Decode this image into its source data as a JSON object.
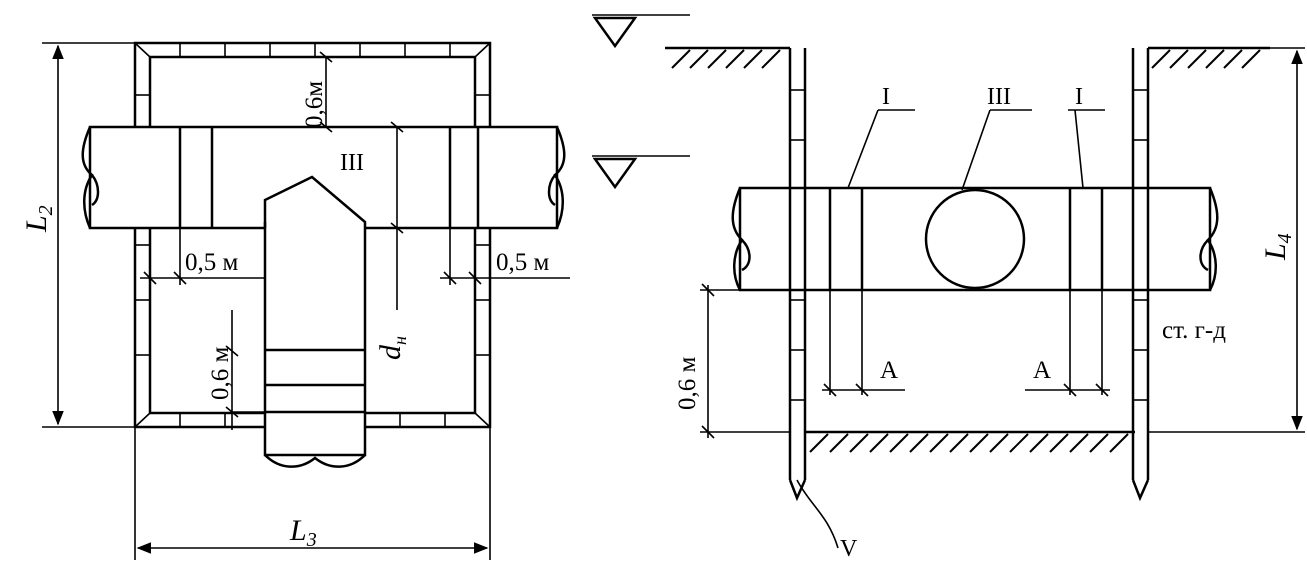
{
  "labels": {
    "L2": "L",
    "L2_sub": "2",
    "L3": "L",
    "L3_sub": "3",
    "L4": "L",
    "L4_sub": "4",
    "d": "d",
    "d_sub": "н",
    "dim_06_top": "0,6м",
    "dim_05_left": "0,5 м",
    "dim_05_right": "0,5 м",
    "dim_06_left": "0,6 м",
    "dim_06_section": "0,6 м",
    "mark_III_plan": "III",
    "mark_I_left": "I",
    "mark_III_section": "III",
    "mark_I_right": "I",
    "mark_A_left": "А",
    "mark_A_right": "А",
    "soil_note": "ст. г-д",
    "mark_V": "V"
  }
}
